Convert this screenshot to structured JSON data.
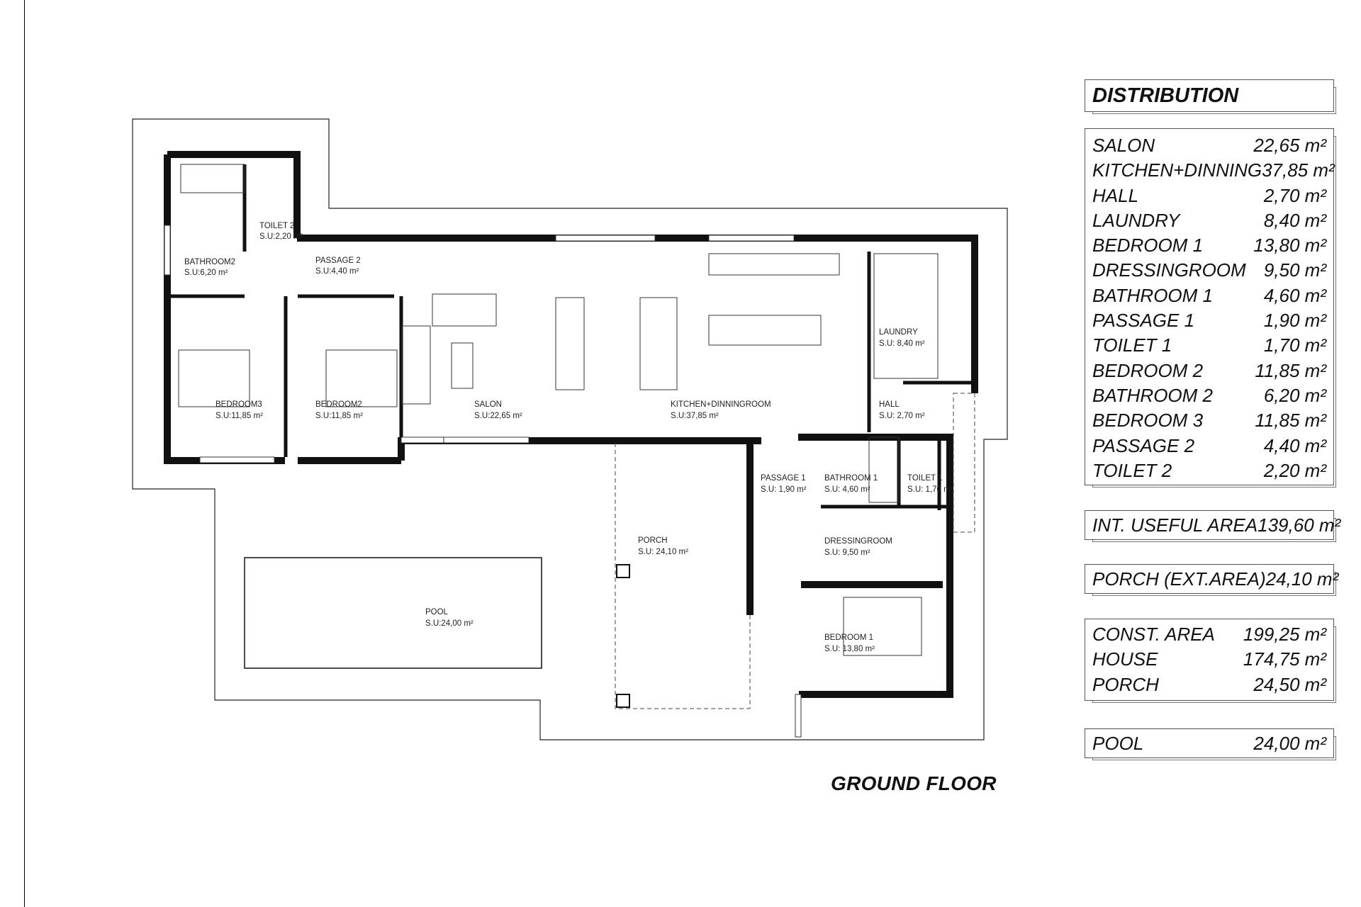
{
  "plan_title": "GROUND FLOOR",
  "rooms": [
    {
      "name": "BATHROOM2",
      "area": "S.U:6,20 m²"
    },
    {
      "name": "TOILET 2",
      "area": "S.U:2,20 m²"
    },
    {
      "name": "PASSAGE 2",
      "area": "S.U:4,40 m²"
    },
    {
      "name": "BEDROOM3",
      "area": "S.U:11,85 m²"
    },
    {
      "name": "BEDROOM2",
      "area": "S.U:11,85 m²"
    },
    {
      "name": "SALON",
      "area": "S.U:22,65 m²"
    },
    {
      "name": "KITCHEN+DINNINGROOM",
      "area": "S.U:37,85 m²"
    },
    {
      "name": "LAUNDRY",
      "area": "S.U: 8,40 m²"
    },
    {
      "name": "HALL",
      "area": "S.U: 2,70 m²"
    },
    {
      "name": "PASSAGE 1",
      "area": "S.U: 1,90 m²"
    },
    {
      "name": "BATHROOM 1",
      "area": "S.U: 4,60 m²"
    },
    {
      "name": "TOILET 1",
      "area": "S.U: 1,70 m²"
    },
    {
      "name": "DRESSINGROOM",
      "area": "S.U: 9,50 m²"
    },
    {
      "name": "BEDROOM 1",
      "area": "S.U: 13,80 m²"
    },
    {
      "name": "PORCH",
      "area": "S.U: 24,10 m²"
    },
    {
      "name": "POOL",
      "area": "S.U:24,00 m²"
    }
  ],
  "distribution": {
    "title": "DISTRIBUTION",
    "items": [
      {
        "label": "SALON",
        "value": "22,65 m²"
      },
      {
        "label": "KITCHEN+DINNING",
        "value": "37,85 m²"
      },
      {
        "label": "HALL",
        "value": "2,70 m²"
      },
      {
        "label": "LAUNDRY",
        "value": "8,40 m²"
      },
      {
        "label": "BEDROOM 1",
        "value": "13,80 m²"
      },
      {
        "label": "DRESSINGROOM",
        "value": "9,50 m²"
      },
      {
        "label": "BATHROOM 1",
        "value": "4,60 m²"
      },
      {
        "label": "PASSAGE 1",
        "value": "1,90 m²"
      },
      {
        "label": "TOILET 1",
        "value": "1,70 m²"
      },
      {
        "label": "BEDROOM 2",
        "value": "11,85 m²"
      },
      {
        "label": "BATHROOM 2",
        "value": "6,20 m²"
      },
      {
        "label": "BEDROOM 3",
        "value": "11,85 m²"
      },
      {
        "label": "PASSAGE 2",
        "value": "4,40 m²"
      },
      {
        "label": "TOILET 2",
        "value": "2,20 m²"
      }
    ]
  },
  "int_useful_area": {
    "label": "INT. USEFUL AREA",
    "value": "139,60 m²"
  },
  "porch_ext_area": {
    "label": "PORCH (EXT.AREA)",
    "value": "24,10 m²"
  },
  "const_area": {
    "label": "CONST. AREA",
    "value": "199,25 m²",
    "house_label": "HOUSE",
    "house_value": "174,75 m²",
    "porch_label": "PORCH",
    "porch_value": "24,50 m²"
  },
  "pool": {
    "label": "POOL",
    "value": "24,00 m²"
  }
}
